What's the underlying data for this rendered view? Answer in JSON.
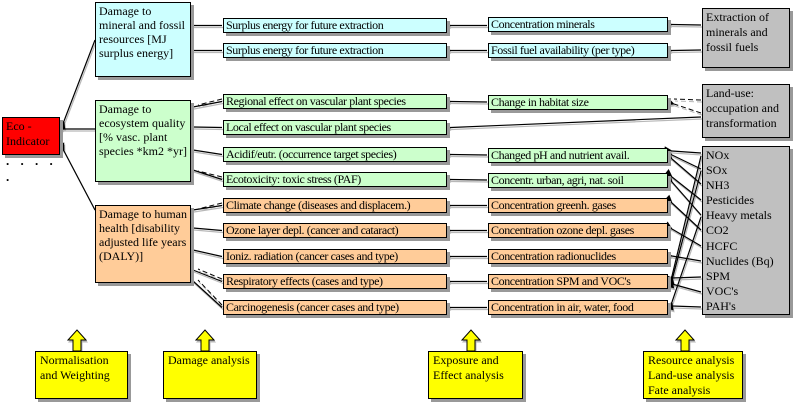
{
  "eco_box": {
    "line1": "Eco -",
    "line2": "Indicator",
    "dots": ". . . . ."
  },
  "damage_boxes": [
    {
      "label": "Damage to mineral and fossil resources [MJ surplus energy]"
    },
    {
      "label": "Damage to ecosystem quality [% vasc. plant species *km2 *yr]"
    },
    {
      "label": "Damage to human health [disability adjusted life years (DALY)]"
    }
  ],
  "middle_boxes": [
    {
      "label": "Surplus energy for future extraction"
    },
    {
      "label": "Surplus energy for future extraction"
    },
    {
      "label": "Regional effect on vascular plant species"
    },
    {
      "label": "Local effect on vascular plant species"
    },
    {
      "label": "Acidif/eutr. (occurrence target species)"
    },
    {
      "label": "Ecotoxicity: toxic stress (PAF)"
    },
    {
      "label": "Climate change (diseases and displacem.)"
    },
    {
      "label": "Ozone layer depl. (cancer and cataract)"
    },
    {
      "label": "Ioniz. radiation (cancer cases and type)"
    },
    {
      "label": "Respiratory effects (cases and type)"
    },
    {
      "label": "Carcinogenesis (cancer cases and type)"
    }
  ],
  "right_boxes": [
    {
      "label": "Concentration minerals"
    },
    {
      "label": "Fossil fuel availability (per type)"
    },
    {
      "label": "Change in habitat size"
    },
    {
      "label": "Changed pH and nutrient avail."
    },
    {
      "label": "Concentr. urban, agri, nat. soil"
    },
    {
      "label": "Concentration greenh. gases"
    },
    {
      "label": "Concentration ozone depl. gases"
    },
    {
      "label": "Concentration radionuclides"
    },
    {
      "label": "Concentration SPM and VOC's"
    },
    {
      "label": "Concentration in air, water, food"
    }
  ],
  "gray_boxes": {
    "extraction": "Extraction of minerals and fossil fuels",
    "landuse": "Land-use: occupation and transformation",
    "substances": [
      "NOx",
      "SOx",
      "NH3",
      "Pesticides",
      "Heavy metals",
      "CO2",
      "HCFC",
      "Nuclides (Bq)",
      "SPM",
      "VOC's",
      "PAH's"
    ]
  },
  "analysis_boxes": {
    "normalisation": {
      "line1": "Normalisation",
      "line2": "and Weighting"
    },
    "damage": {
      "line1": "Damage analysis"
    },
    "exposure": {
      "line1": "Exposure and",
      "line2": "Effect analysis"
    },
    "resource": {
      "line1": "Resource analysis",
      "line2": "Land-use analysis",
      "line3": "Fate analysis"
    }
  },
  "colors": {
    "cyan": "#ccffff",
    "green": "#ccffcc",
    "orange": "#ffcc99",
    "red": "#ff0000",
    "gray": "#c0c0c0",
    "yellow": "#ffff00",
    "shadow": "#999999"
  }
}
